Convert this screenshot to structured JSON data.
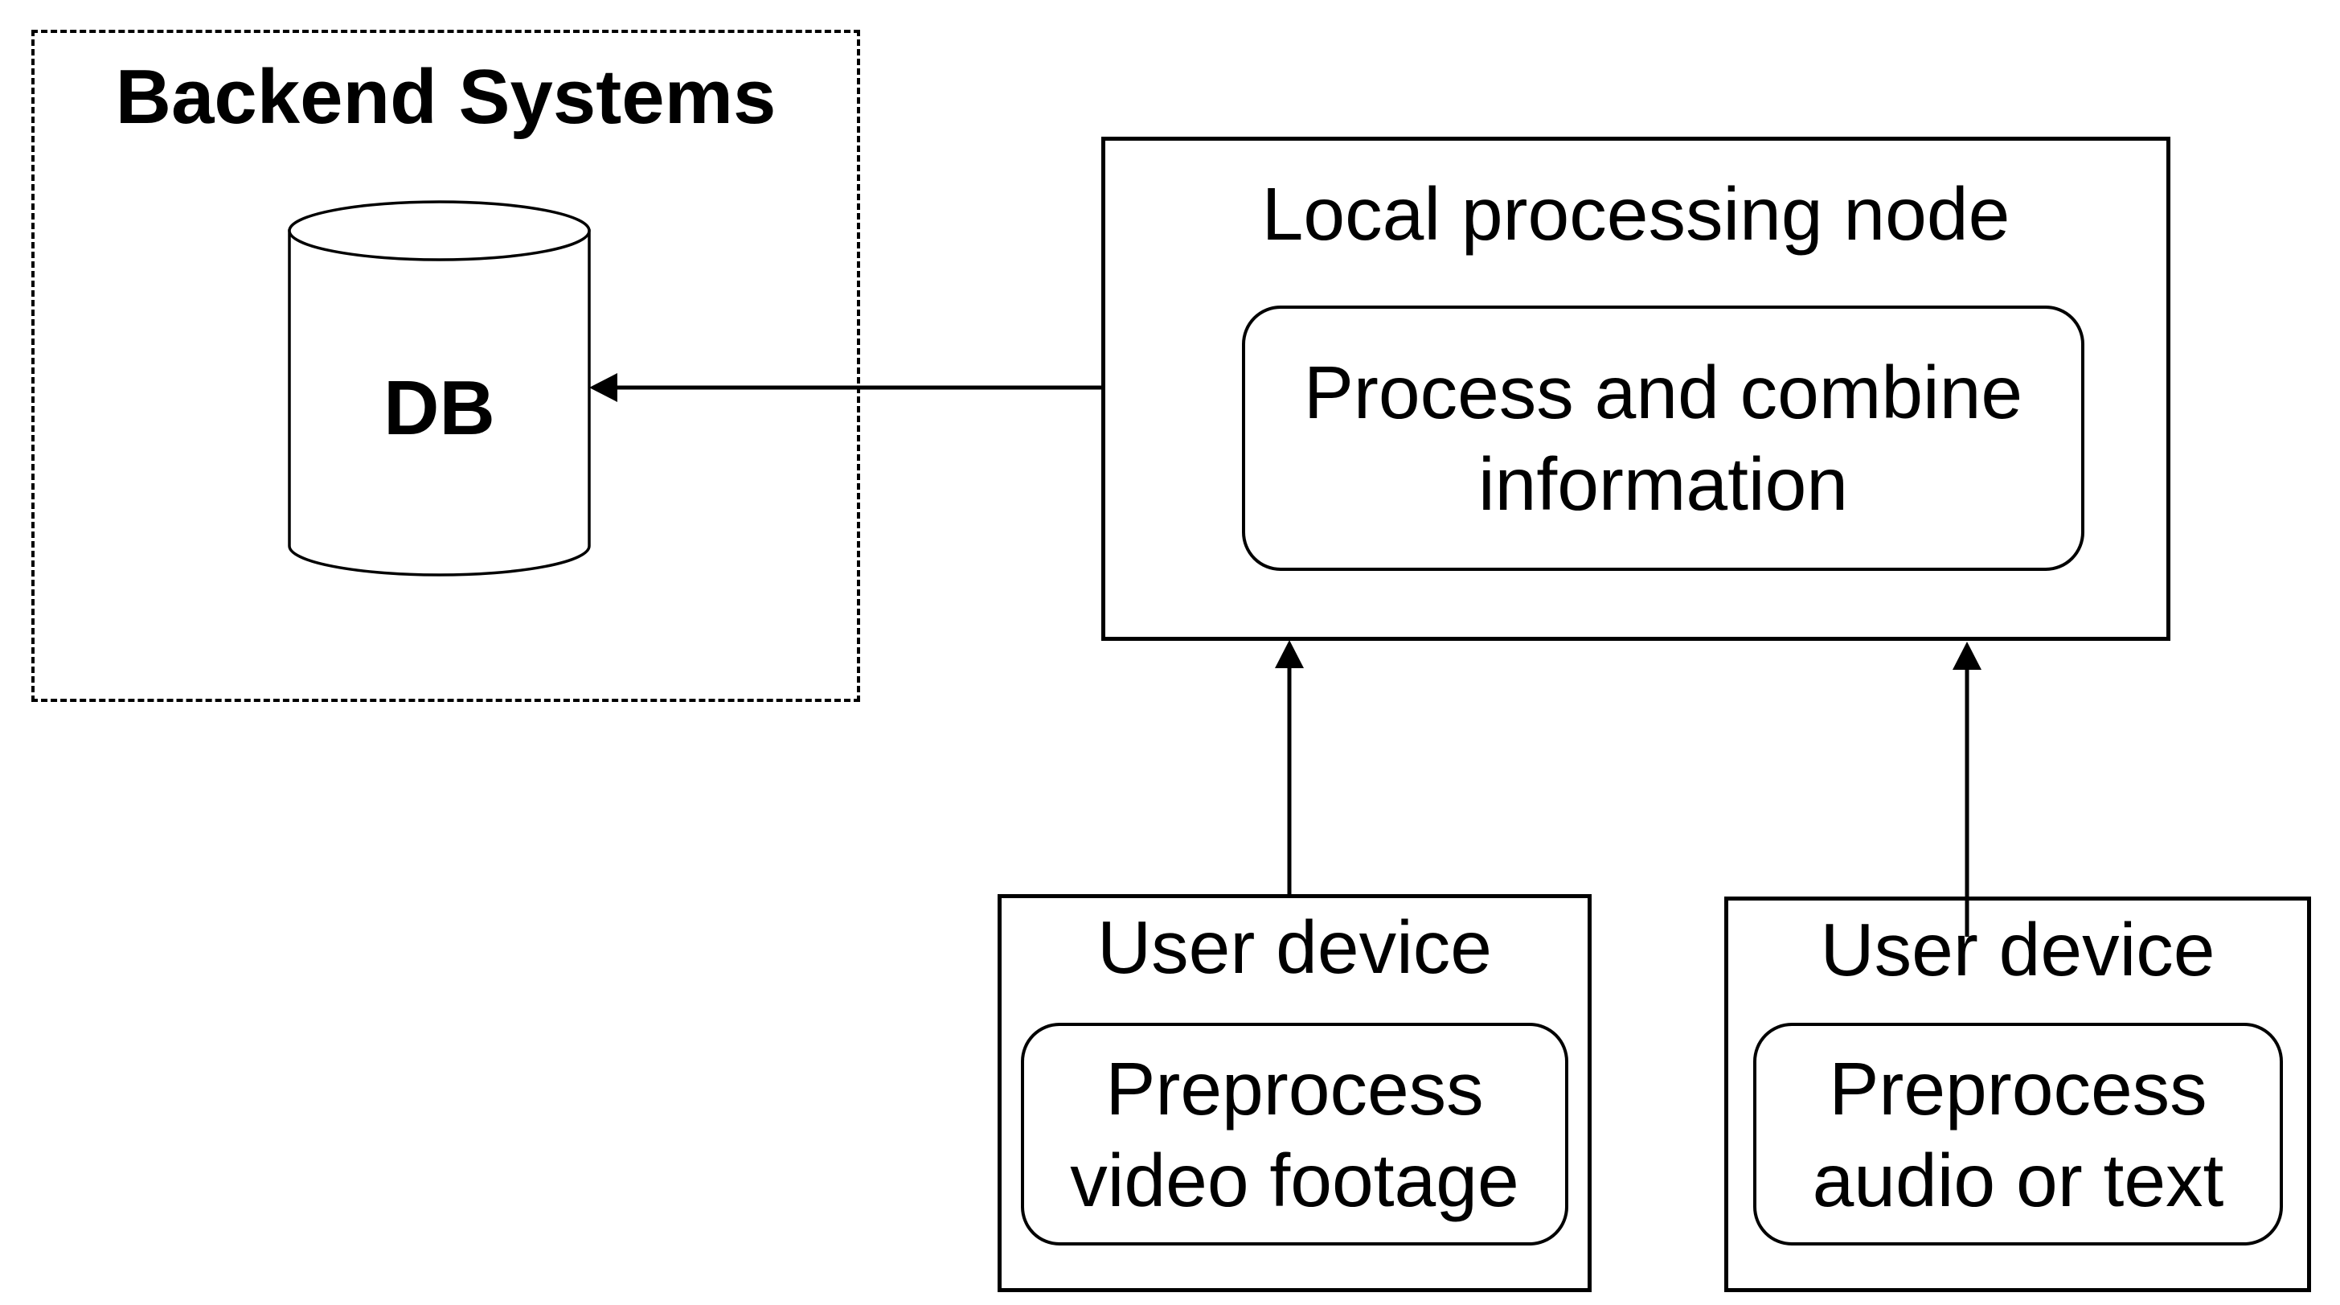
{
  "backend": {
    "title": "Backend Systems",
    "db_label": "DB"
  },
  "local_node": {
    "title": "Local processing node",
    "step": {
      "line1": "Process and combine",
      "line2": "information"
    }
  },
  "user_device_video": {
    "title": "User device",
    "step": {
      "line1": "Preprocess",
      "line2": "video footage"
    }
  },
  "user_device_audio": {
    "title": "User device",
    "step": {
      "line1": "Preprocess",
      "line2": "audio or text"
    }
  },
  "colors": {
    "line": "#000000",
    "background": "#ffffff",
    "text": "#000000"
  }
}
